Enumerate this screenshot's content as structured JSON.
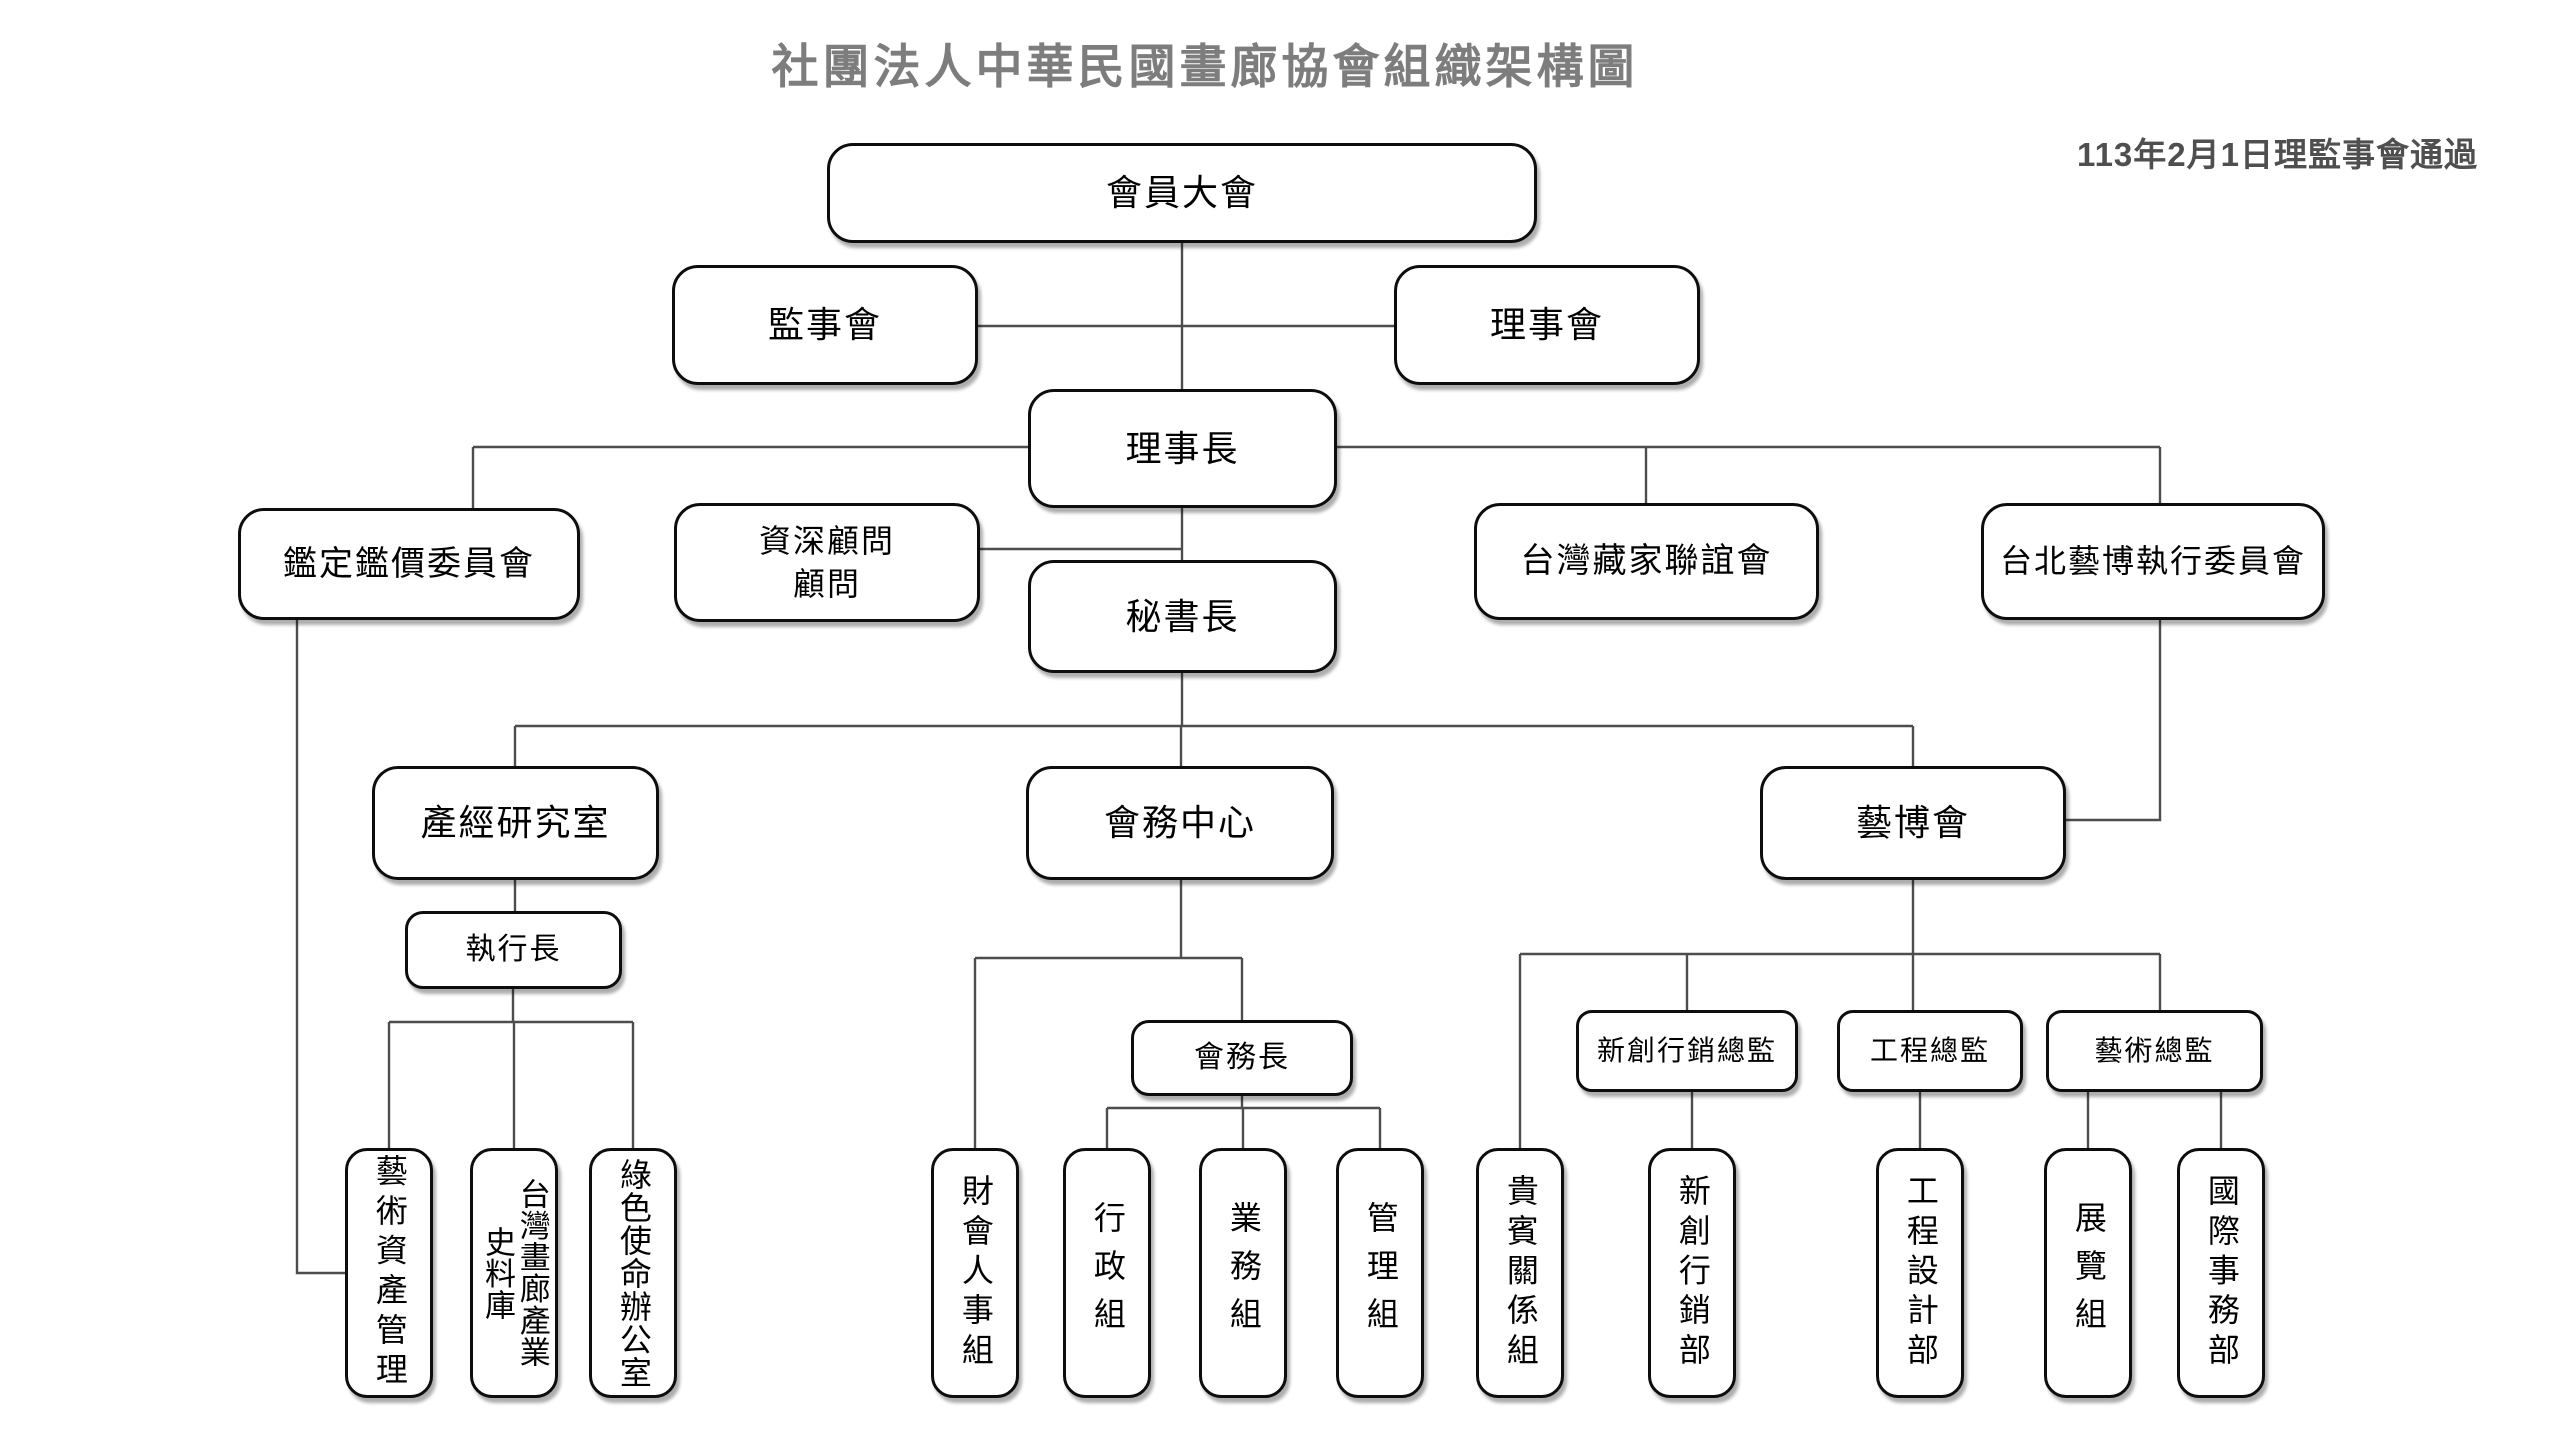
{
  "title": "社團法人中華民國畫廊協會組織架構圖",
  "approval_note": "113年2月1日理監事會通過",
  "org": {
    "nodes": [
      {
        "id": "member-assembly",
        "label": "會員大會"
      },
      {
        "id": "supervisors",
        "label": "監事會"
      },
      {
        "id": "directors",
        "label": "理事會"
      },
      {
        "id": "chairman",
        "label": "理事長"
      },
      {
        "id": "appraisal-committee",
        "label": "鑑定鑑價委員會"
      },
      {
        "id": "senior-advisors",
        "label": "資深顧問\n顧問"
      },
      {
        "id": "collectors-club",
        "label": "台灣藏家聯誼會"
      },
      {
        "id": "taipei-expo-committee",
        "label": "台北藝博執行委員會"
      },
      {
        "id": "secretary-general",
        "label": "秘書長"
      },
      {
        "id": "research-office",
        "label": "產經研究室"
      },
      {
        "id": "affairs-center",
        "label": "會務中心"
      },
      {
        "id": "art-expo",
        "label": "藝博會"
      },
      {
        "id": "ceo",
        "label": "執行長"
      },
      {
        "id": "affairs-director",
        "label": "會務長"
      },
      {
        "id": "marketing-director",
        "label": "新創行銷總監"
      },
      {
        "id": "engineering-director",
        "label": "工程總監"
      },
      {
        "id": "art-director",
        "label": "藝術總監"
      },
      {
        "id": "art-asset",
        "label": "藝術資產管理"
      },
      {
        "id": "industry-archive",
        "label": "台灣畫廊產業\n史料庫"
      },
      {
        "id": "green-mission",
        "label": "綠色使命辦公室"
      },
      {
        "id": "finance-hr",
        "label": "財會人事組"
      },
      {
        "id": "admin-group",
        "label": "行政組"
      },
      {
        "id": "business-group",
        "label": "業務組"
      },
      {
        "id": "management-group",
        "label": "管理組"
      },
      {
        "id": "vip-relations",
        "label": "貴賓關係組"
      },
      {
        "id": "marketing-dept",
        "label": "新創行銷部"
      },
      {
        "id": "engineering-dept",
        "label": "工程設計部"
      },
      {
        "id": "exhibition-group",
        "label": "展覽組"
      },
      {
        "id": "intl-affairs-dept",
        "label": "國際事務部"
      }
    ]
  },
  "colors": {
    "title": "#7d7d7d",
    "note": "#4f4f4f",
    "box_border": "#0d0d0d",
    "connector": "#4d4d4d",
    "background": "#ffffff"
  }
}
